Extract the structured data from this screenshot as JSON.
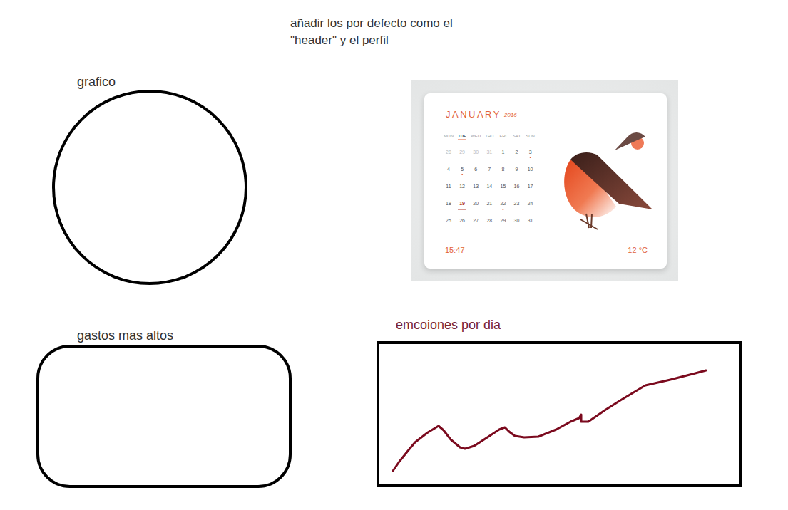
{
  "diagram": {
    "nodes": [
      {
        "text": [
          "grafico"
        ]
      },
      {
        "text": [
          "JANUARY",
          "2016",
          "MON",
          "TUE",
          "WED",
          "THU",
          "FRI",
          "SAT",
          "SUN",
          "28",
          "29",
          "30",
          "31",
          "1",
          "2",
          "3",
          "4",
          "5",
          "6",
          "7",
          "8",
          "9",
          "10",
          "11",
          "12",
          "13",
          "14",
          "15",
          "16",
          "17",
          "18",
          "19",
          "20",
          "21",
          "22",
          "23",
          "24",
          "25",
          "26",
          "27",
          "28",
          "29",
          "30",
          "31",
          "15:47",
          "—12 °C"
        ]
      },
      {
        "text": [
          "gastos mas altos"
        ]
      },
      {
        "text": [
          "emcoiones por dia"
        ]
      }
    ],
    "labels": [
      "añadir los por defecto como el \"header\" y el perfil"
    ]
  }
}
